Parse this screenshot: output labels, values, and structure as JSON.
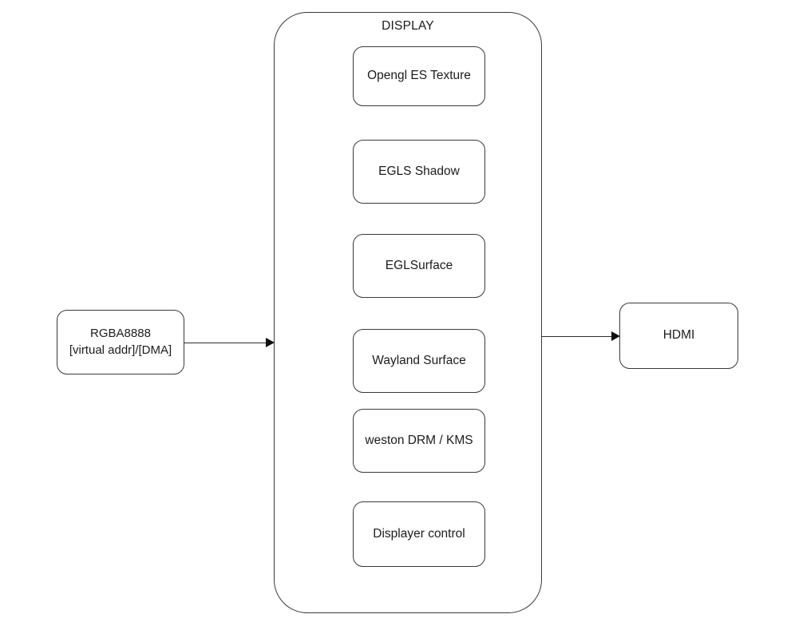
{
  "diagram": {
    "container": {
      "title": "DISPLAY",
      "stack": [
        {
          "id": "opengl-es-texture",
          "label": "Opengl ES Texture"
        },
        {
          "id": "egls-shadow",
          "label": "EGLS Shadow"
        },
        {
          "id": "eglsurface",
          "label": "EGLSurface"
        },
        {
          "id": "wayland-surface",
          "label": "Wayland Surface"
        },
        {
          "id": "weston-drm-kms",
          "label": "weston DRM / KMS"
        },
        {
          "id": "displayer-control",
          "label": "Displayer control"
        }
      ]
    },
    "source": {
      "id": "rgba8888-input",
      "line1": "RGBA8888",
      "line2": "[virtual addr]/[DMA]"
    },
    "sink": {
      "id": "hdmi-output",
      "label": "HDMI"
    },
    "edges": [
      {
        "id": "source-to-display",
        "from": "rgba8888-input",
        "to": "DISPLAY",
        "direction": "right"
      },
      {
        "id": "display-to-hdmi",
        "from": "DISPLAY",
        "to": "hdmi-output",
        "direction": "right"
      }
    ],
    "colors": {
      "stroke": "#3a3a3a",
      "edge": "#2e2e2e",
      "text": "#1c1c1c",
      "background": "#ffffff"
    }
  }
}
